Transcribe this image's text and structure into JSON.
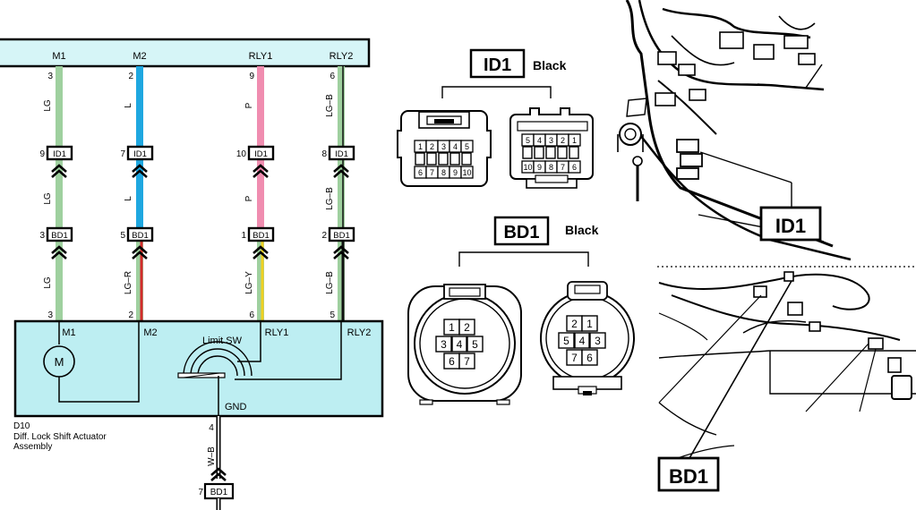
{
  "top_bus_terminals": [
    "M1",
    "M2",
    "RLY1",
    "RLY2"
  ],
  "wires": [
    {
      "pin_top": "3",
      "code_upper": "LG",
      "id1_pin": "9",
      "code_mid": "LG",
      "bd1_pin": "3",
      "code_lower": "LG",
      "pin_bottom": "3",
      "color_upper": "#9fd09f",
      "color_lower": "#9fd09f",
      "stripe_lower": ""
    },
    {
      "pin_top": "2",
      "code_upper": "L",
      "id1_pin": "7",
      "code_mid": "L",
      "bd1_pin": "5",
      "code_lower": "LG–R",
      "pin_bottom": "2",
      "color_upper": "#1ea7e0",
      "color_lower": "#9fd09f",
      "stripe_lower": "#d22a2a"
    },
    {
      "pin_top": "9",
      "code_upper": "P",
      "id1_pin": "10",
      "code_mid": "P",
      "bd1_pin": "1",
      "code_lower": "LG–Y",
      "pin_bottom": "6",
      "color_upper": "#f08db0",
      "color_lower": "#9fd09f",
      "stripe_lower": "#f0d020"
    },
    {
      "pin_top": "6",
      "code_upper": "LG–B",
      "id1_pin": "8",
      "code_mid": "LG–B",
      "bd1_pin": "2",
      "code_lower": "LG–B",
      "pin_bottom": "5",
      "color_upper": "#9fd09f",
      "color_lower": "#9fd09f",
      "stripe_lower": "#111111"
    }
  ],
  "connector_id1": "ID1",
  "connector_bd1": "BD1",
  "actuator": {
    "terminals": [
      "M1",
      "M2",
      "RLY1",
      "RLY2"
    ],
    "motor_label": "M",
    "limit_switch_label": "Limit SW",
    "gnd_label": "GND",
    "gnd_pin": "4",
    "gnd_wire_code": "W–B",
    "gnd_bd1_pin": "7",
    "ref": "D10",
    "name_line1": "Diff.  Lock Shift Actuator",
    "name_line2": "Assembly"
  },
  "id1_view": {
    "title": "ID1",
    "color": "Black",
    "left_top_pins": [
      "1",
      "2",
      "3",
      "4",
      "5"
    ],
    "left_bottom_pins": [
      "6",
      "7",
      "8",
      "9",
      "10"
    ],
    "right_top_pins": [
      "5",
      "4",
      "3",
      "2",
      "1"
    ],
    "right_bottom_pins": [
      "10",
      "9",
      "8",
      "7",
      "6"
    ]
  },
  "bd1_view": {
    "title": "BD1",
    "color": "Black",
    "left_pins": [
      "1",
      "2",
      "3",
      "4",
      "5",
      "6",
      "7"
    ],
    "right_pins": [
      "2",
      "1",
      "5",
      "4",
      "3",
      "7",
      "6"
    ]
  },
  "callouts": {
    "id1": "ID1",
    "bd1": "BD1"
  },
  "colors": {
    "bus": "#d6f5f7",
    "actuator_fill": "#bdeef2",
    "lg": "#9fd09f",
    "l": "#1ea7e0",
    "p": "#f08db0"
  }
}
